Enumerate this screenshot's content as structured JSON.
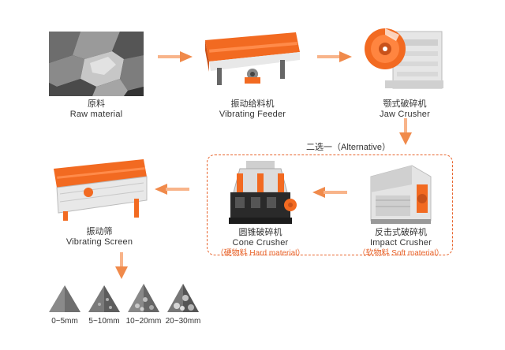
{
  "steps": {
    "raw": {
      "cn": "原料",
      "en": "Raw material"
    },
    "feeder": {
      "cn": "振动给料机",
      "en": "Vibrating Feeder"
    },
    "jaw": {
      "cn": "颚式破碎机",
      "en": "Jaw Crusher"
    },
    "alternative": "二选一（Alternative）",
    "cone": {
      "cn": "圆锥破碎机",
      "en": "Cone Crusher",
      "note": "（硬物料 Hard material）"
    },
    "impact": {
      "cn": "反击式破碎机",
      "en": "Impact Crusher",
      "note": "（软物料 Soft material）"
    },
    "screen": {
      "cn": "振动筛",
      "en": "Vibrating Screen"
    }
  },
  "sizes": [
    "0~5mm",
    "5~10mm",
    "10~20mm",
    "20~30mm"
  ],
  "colors": {
    "accent": "#e8642c",
    "machine_orange": "#f26a21",
    "arrow": "#f08a4b"
  }
}
